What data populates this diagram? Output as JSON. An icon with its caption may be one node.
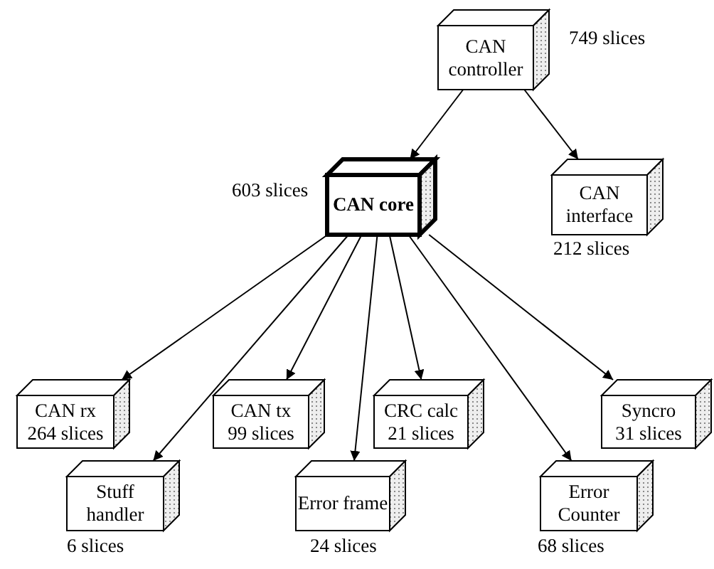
{
  "diagram": {
    "nodes": [
      {
        "text": [
          "CAN controller"
        ],
        "beside": [
          "749 slices"
        ]
      },
      {
        "text": [
          "CAN core"
        ],
        "beside": [
          "603 slices"
        ]
      },
      {
        "text": [
          "CAN interface"
        ],
        "beside": [
          "212 slices"
        ]
      },
      {
        "text": [
          "CAN rx",
          "264 slices"
        ]
      },
      {
        "text": [
          "Stuff handler"
        ],
        "beside": [
          "6 slices"
        ]
      },
      {
        "text": [
          "CAN tx",
          "99 slices"
        ]
      },
      {
        "text": [
          "Error frame"
        ],
        "beside": [
          "24 slices"
        ]
      },
      {
        "text": [
          "CRC calc",
          "21 slices"
        ]
      },
      {
        "text": [
          "Error Counter"
        ],
        "beside": [
          "68 slices"
        ]
      },
      {
        "text": [
          "Syncro",
          "31 slices"
        ]
      }
    ],
    "edges": [
      {
        "from": 0,
        "to": 1,
        "arrow": "to"
      },
      {
        "from": 0,
        "to": 2,
        "arrow": "to"
      },
      {
        "from": 1,
        "to": 3,
        "arrow": "to"
      },
      {
        "from": 1,
        "to": 4,
        "arrow": "to"
      },
      {
        "from": 1,
        "to": 5,
        "arrow": "to"
      },
      {
        "from": 1,
        "to": 6,
        "arrow": "to"
      },
      {
        "from": 1,
        "to": 7,
        "arrow": "to"
      },
      {
        "from": 1,
        "to": 8,
        "arrow": "to"
      },
      {
        "from": 1,
        "to": 9,
        "arrow": "to"
      }
    ]
  }
}
